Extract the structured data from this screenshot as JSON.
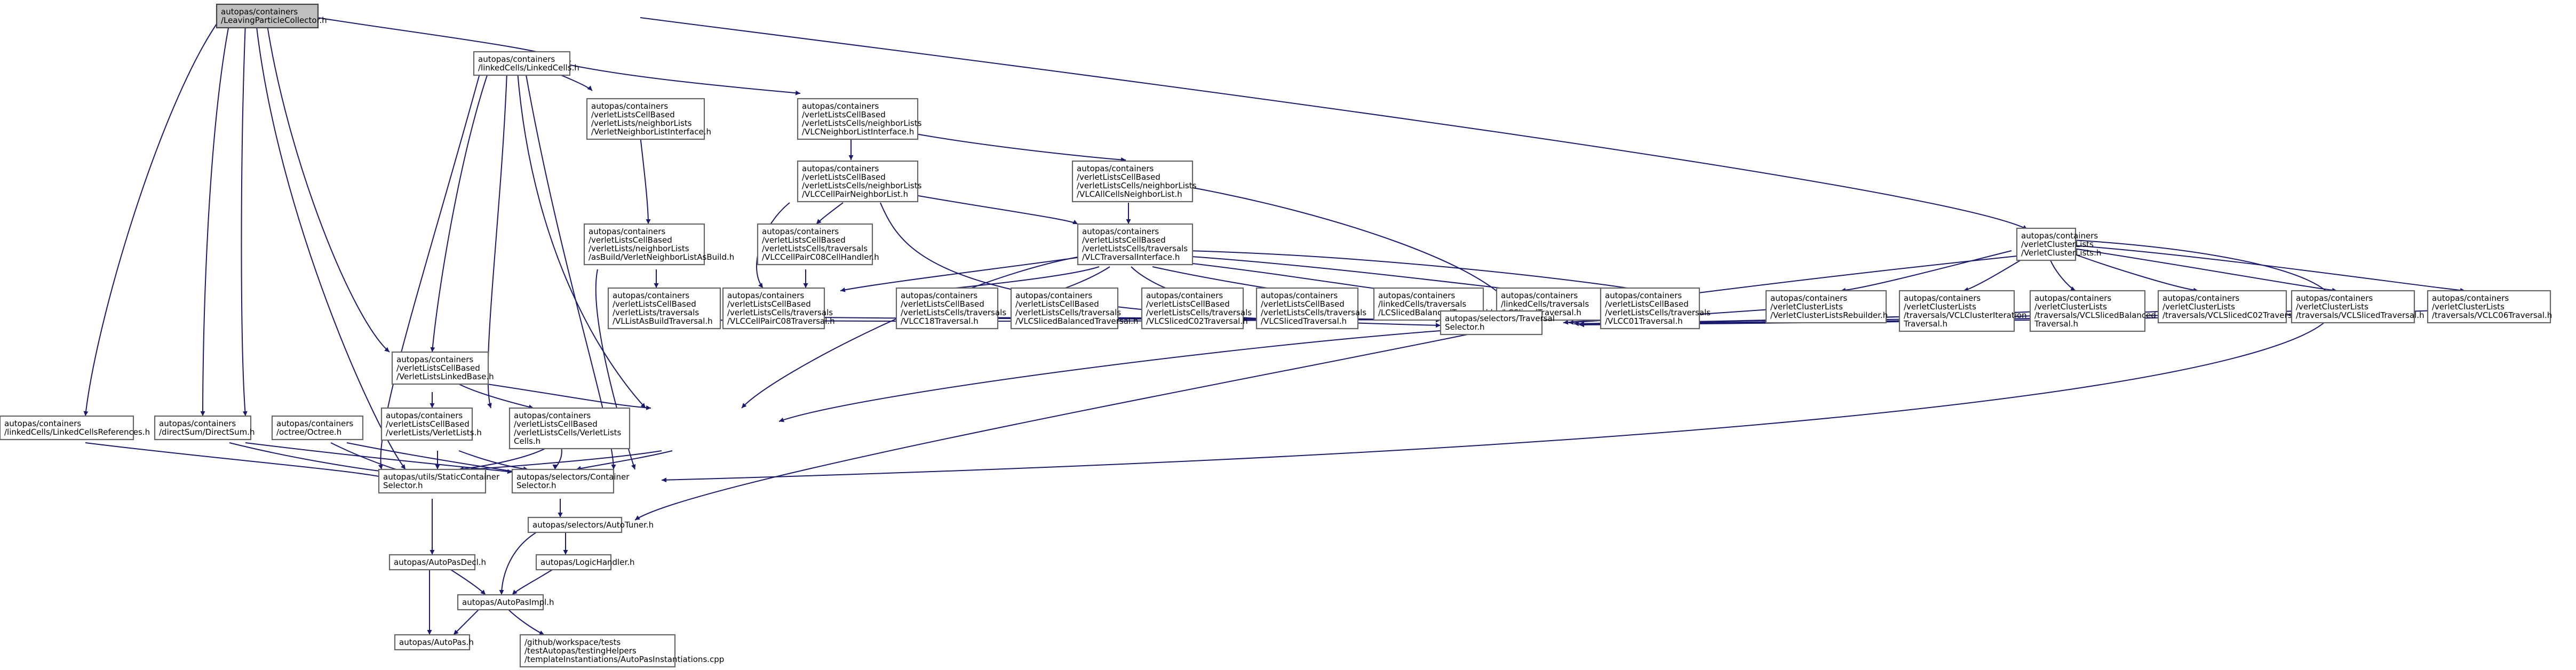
{
  "graph": {
    "type": "include-dependency-graph",
    "colors": {
      "edge": "#191970",
      "node_border": "#666666",
      "root_fill": "#bfbfbf",
      "node_fill": "#ffffff"
    },
    "nodes": [
      {
        "id": "leaving",
        "root": true,
        "lines": [
          "autopas/containers",
          "/LeavingParticleCollector.h"
        ]
      },
      {
        "id": "linkedcells",
        "lines": [
          "autopas/containers",
          "/linkedCells/LinkedCells.h"
        ]
      },
      {
        "id": "verletNeighborListInterface",
        "lines": [
          "autopas/containers",
          "/verletListsCellBased",
          "/verletLists/neighborLists",
          "/VerletNeighborListInterface.h"
        ]
      },
      {
        "id": "vlcNeighborListInterface",
        "lines": [
          "autopas/containers",
          "/verletListsCellBased",
          "/verletListsCells/neighborLists",
          "/VLCNeighborListInterface.h"
        ]
      },
      {
        "id": "vlcCellPairNeighborList",
        "lines": [
          "autopas/containers",
          "/verletListsCellBased",
          "/verletListsCells/neighborLists",
          "/VLCCellPairNeighborList.h"
        ]
      },
      {
        "id": "vlcAllCellsNeighborList",
        "lines": [
          "autopas/containers",
          "/verletListsCellBased",
          "/verletListsCells/neighborLists",
          "/VLCAllCellsNeighborList.h"
        ]
      },
      {
        "id": "verletNeighborListAsBuild",
        "lines": [
          "autopas/containers",
          "/verletListsCellBased",
          "/verletLists/neighborLists",
          "/asBuild/VerletNeighborListAsBuild.h"
        ]
      },
      {
        "id": "vlcCellPairC08CellHandler",
        "lines": [
          "autopas/containers",
          "/verletListsCellBased",
          "/verletListsCells/traversals",
          "/VLCCellPairC08CellHandler.h"
        ]
      },
      {
        "id": "vlcTraversalInterface",
        "lines": [
          "autopas/containers",
          "/verletListsCellBased",
          "/verletListsCells/traversals",
          "/VLCTraversalInterface.h"
        ]
      },
      {
        "id": "verletClusterLists",
        "lines": [
          "autopas/containers",
          "/verletClusterLists",
          "/VerletClusterLists.h"
        ]
      },
      {
        "id": "vlListAsBuildTraversal",
        "lines": [
          "autopas/containers",
          "/verletListsCellBased",
          "/verletLists/traversals",
          "/VLListAsBuildTraversal.h"
        ]
      },
      {
        "id": "vlcCellPairC08Traversal",
        "lines": [
          "autopas/containers",
          "/verletListsCellBased",
          "/verletListsCells/traversals",
          "/VLCCellPairC08Traversal.h"
        ]
      },
      {
        "id": "vlcC18Traversal",
        "lines": [
          "autopas/containers",
          "/verletListsCellBased",
          "/verletListsCells/traversals",
          "/VLCC18Traversal.h"
        ]
      },
      {
        "id": "vlcSlicedBalancedTraversal",
        "lines": [
          "autopas/containers",
          "/verletListsCellBased",
          "/verletListsCells/traversals",
          "/VLCSlicedBalancedTraversal.h"
        ]
      },
      {
        "id": "vlcSlicedC02Traversal",
        "lines": [
          "autopas/containers",
          "/verletListsCellBased",
          "/verletListsCells/traversals",
          "/VLCSlicedC02Traversal.h"
        ]
      },
      {
        "id": "vlcSlicedTraversal",
        "lines": [
          "autopas/containers",
          "/verletListsCellBased",
          "/verletListsCells/traversals",
          "/VLCSlicedTraversal.h"
        ]
      },
      {
        "id": "lcSlicedBalancedTraversal",
        "lines": [
          "autopas/containers",
          "/linkedCells/traversals",
          "/LCSlicedBalancedTraversal.h"
        ]
      },
      {
        "id": "lcSlicedTraversal",
        "lines": [
          "autopas/containers",
          "/linkedCells/traversals",
          "/LCSlicedTraversal.h"
        ]
      },
      {
        "id": "vlcC01Traversal",
        "lines": [
          "autopas/containers",
          "/verletListsCellBased",
          "/verletListsCells/traversals",
          "/VLCC01Traversal.h"
        ]
      },
      {
        "id": "verletClusterListsRebuilder",
        "lines": [
          "autopas/containers",
          "/verletClusterLists",
          "/VerletClusterListsRebuilder.h"
        ]
      },
      {
        "id": "vclClusterIterationTraversal",
        "lines": [
          "autopas/containers",
          "/verletClusterLists",
          "/traversals/VCLClusterIteration",
          "Traversal.h"
        ]
      },
      {
        "id": "vclSlicedBalancedTraversal",
        "lines": [
          "autopas/containers",
          "/verletClusterLists",
          "/traversals/VCLSlicedBalanced",
          "Traversal.h"
        ]
      },
      {
        "id": "vclSlicedC02Traversal",
        "lines": [
          "autopas/containers",
          "/verletClusterLists",
          "/traversals/VCLSlicedC02Traversal.h"
        ]
      },
      {
        "id": "vclSlicedTraversal",
        "lines": [
          "autopas/containers",
          "/verletClusterLists",
          "/traversals/VCLSlicedTraversal.h"
        ]
      },
      {
        "id": "vclC06Traversal",
        "lines": [
          "autopas/containers",
          "/verletClusterLists",
          "/traversals/VCLC06Traversal.h"
        ]
      },
      {
        "id": "verletListsLinkedBase",
        "lines": [
          "autopas/containers",
          "/verletListsCellBased",
          "/VerletListsLinkedBase.h"
        ]
      },
      {
        "id": "traversalSelector",
        "lines": [
          "autopas/selectors/Traversal",
          "Selector.h"
        ]
      },
      {
        "id": "linkedCellsReferences",
        "lines": [
          "autopas/containers",
          "/linkedCells/LinkedCellsReferences.h"
        ]
      },
      {
        "id": "directSum",
        "lines": [
          "autopas/containers",
          "/directSum/DirectSum.h"
        ]
      },
      {
        "id": "octree",
        "lines": [
          "autopas/containers",
          "/octree/Octree.h"
        ]
      },
      {
        "id": "verletLists",
        "lines": [
          "autopas/containers",
          "/verletListsCellBased",
          "/verletLists/VerletLists.h"
        ]
      },
      {
        "id": "verletListsVerletLists",
        "lines": [
          "autopas/containers",
          "/verletListsCellBased",
          "/verletListsCells/VerletLists",
          "Cells.h"
        ]
      },
      {
        "id": "staticContainerSelector",
        "lines": [
          "autopas/utils/StaticContainer",
          "Selector.h"
        ]
      },
      {
        "id": "containerSelector",
        "lines": [
          "autopas/selectors/Container",
          "Selector.h"
        ]
      },
      {
        "id": "autoTuner",
        "lines": [
          "autopas/selectors/AutoTuner.h"
        ]
      },
      {
        "id": "autoPasDecl",
        "lines": [
          "autopas/AutoPasDecl.h"
        ]
      },
      {
        "id": "logicHandler",
        "lines": [
          "autopas/LogicHandler.h"
        ]
      },
      {
        "id": "autoPasImpl",
        "lines": [
          "autopas/AutoPasImpl.h"
        ]
      },
      {
        "id": "autoPas",
        "lines": [
          "autopas/AutoPas.h"
        ]
      },
      {
        "id": "instantiations",
        "lines": [
          "/github/workspace/tests",
          "/testAutopas/testingHelpers",
          "/templateInstantiations/AutoPasInstantiations.cpp"
        ]
      }
    ]
  }
}
